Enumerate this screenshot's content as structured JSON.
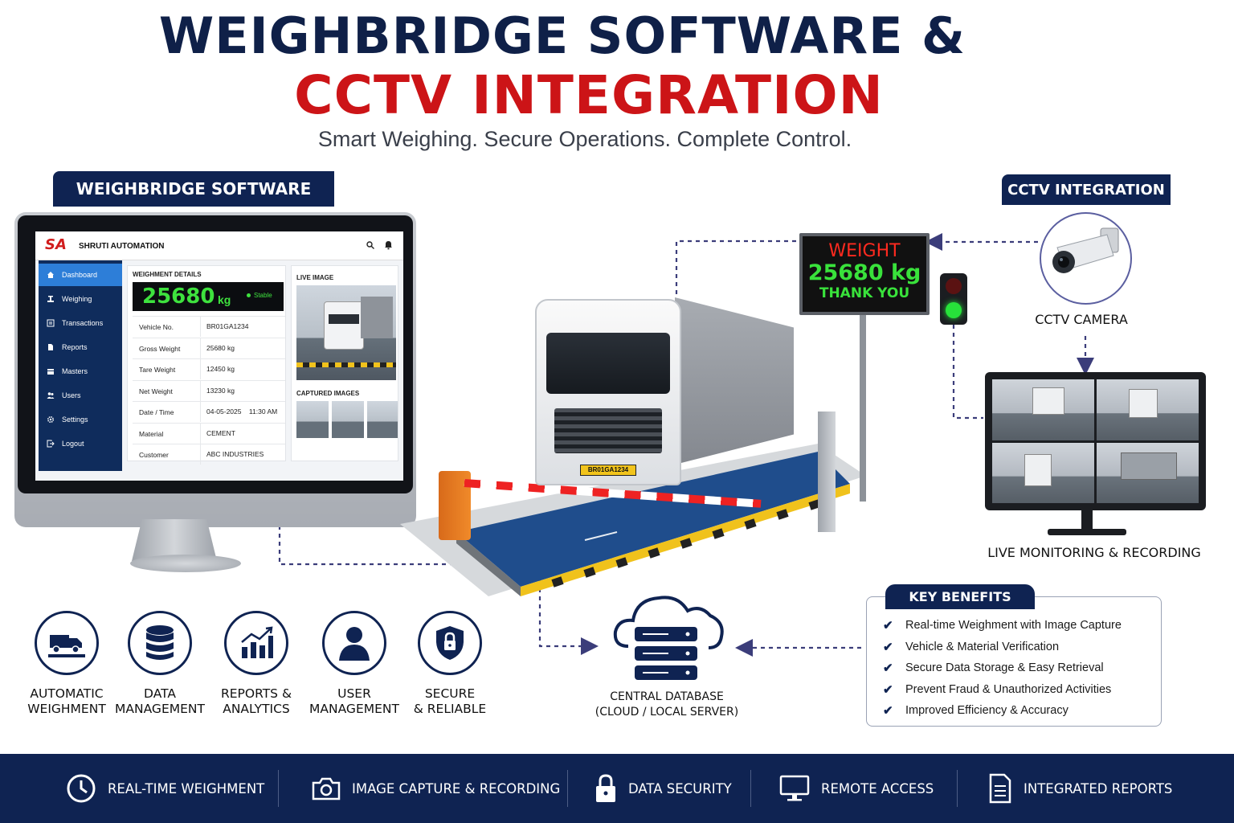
{
  "title": {
    "line1": "WEIGHBRIDGE SOFTWARE &",
    "line2": "CCTV INTEGRATION",
    "tagline": "Smart Weighing. Secure Operations. Complete Control."
  },
  "sections": {
    "software_badge": "WEIGHBRIDGE SOFTWARE",
    "cctv_badge": "CCTV INTEGRATION"
  },
  "app": {
    "logo_text": "SA",
    "brand": "SHRUTI AUTOMATION",
    "sidebar": [
      {
        "label": "Dashboard",
        "icon": "home-icon",
        "active": true
      },
      {
        "label": "Weighing",
        "icon": "scale-icon"
      },
      {
        "label": "Transactions",
        "icon": "list-icon"
      },
      {
        "label": "Reports",
        "icon": "report-icon"
      },
      {
        "label": "Masters",
        "icon": "calendar-icon"
      },
      {
        "label": "Users",
        "icon": "users-icon"
      },
      {
        "label": "Settings",
        "icon": "gear-icon"
      },
      {
        "label": "Logout",
        "icon": "logout-icon"
      }
    ],
    "weighment": {
      "heading": "WEIGHMENT DETAILS",
      "value": "25680",
      "unit": "kg",
      "status": "Stable",
      "rows": [
        {
          "label": "Vehicle No.",
          "value": "BR01GA1234"
        },
        {
          "label": "Gross Weight",
          "value": "25680 kg"
        },
        {
          "label": "Tare Weight",
          "value": "12450 kg"
        },
        {
          "label": "Net Weight",
          "value": "13230 kg"
        },
        {
          "label": "Date / Time",
          "value": "04-05-2025    11:30 AM"
        },
        {
          "label": "Material",
          "value": "CEMENT"
        },
        {
          "label": "Customer",
          "value": "ABC INDUSTRIES"
        }
      ]
    },
    "live_image_heading": "LIVE IMAGE",
    "captured_heading": "CAPTURED IMAGES"
  },
  "display_board": {
    "line1": "WEIGHT",
    "line2": "25680 kg",
    "line3": "THANK YOU"
  },
  "plate": "BR01GA1234",
  "cctv": {
    "camera_label": "CCTV CAMERA",
    "monitor_label": "LIVE MONITORING & RECORDING"
  },
  "features": [
    {
      "line1": "AUTOMATIC",
      "line2": "WEIGHMENT",
      "icon": "truck-scale-icon"
    },
    {
      "line1": "DATA",
      "line2": "MANAGEMENT",
      "icon": "database-icon"
    },
    {
      "line1": "REPORTS &",
      "line2": "ANALYTICS",
      "icon": "chart-icon"
    },
    {
      "line1": "USER",
      "line2": "MANAGEMENT",
      "icon": "user-icon"
    },
    {
      "line1": "SECURE",
      "line2": "& RELIABLE",
      "icon": "shield-lock-icon"
    }
  ],
  "database": {
    "line1": "CENTRAL DATABASE",
    "line2": "(CLOUD / LOCAL SERVER)"
  },
  "benefits": {
    "heading": "KEY BENEFITS",
    "items": [
      "Real-time Weighment with Image Capture",
      "Vehicle & Material Verification",
      "Secure Data Storage & Easy Retrieval",
      "Prevent Fraud & Unauthorized Activities",
      "Improved Efficiency & Accuracy"
    ]
  },
  "footer": [
    {
      "label": "REAL-TIME WEIGHMENT",
      "icon": "clock-icon"
    },
    {
      "label": "IMAGE CAPTURE & RECORDING",
      "icon": "camera-icon"
    },
    {
      "label": "DATA SECURITY",
      "icon": "lock-icon"
    },
    {
      "label": "REMOTE ACCESS",
      "icon": "monitor-icon"
    },
    {
      "label": "INTEGRATED REPORTS",
      "icon": "document-icon"
    }
  ],
  "colors": {
    "navy": "#0f2352",
    "red": "#cc1417",
    "green": "#39e23b"
  }
}
